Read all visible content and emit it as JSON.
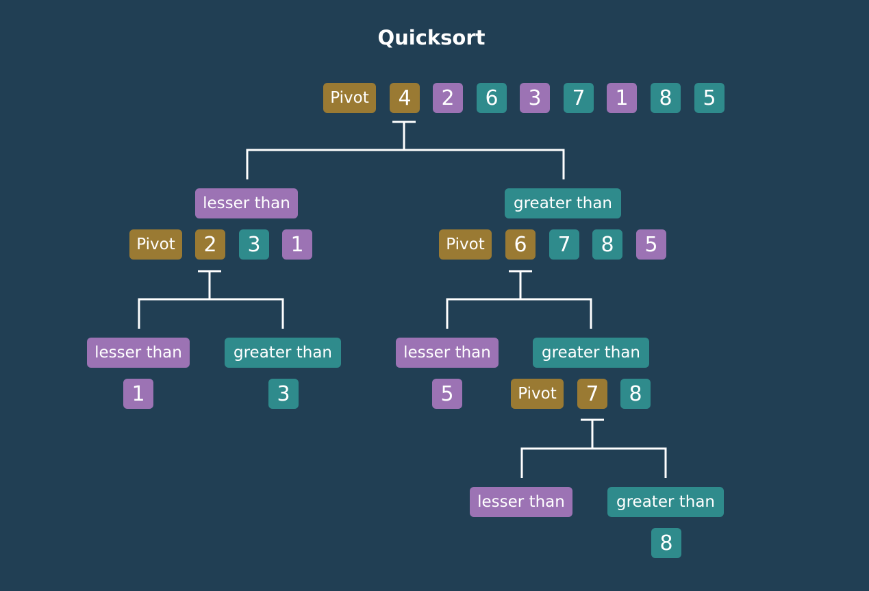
{
  "title": "Quicksort",
  "colors": {
    "background": "#213f54",
    "pivot": "#9a7a33",
    "lesser": "#9c73b4",
    "greater": "#2f8b8c",
    "connector": "#ffffff"
  },
  "labels": {
    "pivot": "Pivot",
    "lesser": "lesser than",
    "greater": "greater than"
  },
  "root": {
    "pivot_label": "Pivot",
    "array": [
      {
        "value": "4",
        "role": "pivot"
      },
      {
        "value": "2",
        "role": "lesser"
      },
      {
        "value": "6",
        "role": "greater"
      },
      {
        "value": "3",
        "role": "lesser"
      },
      {
        "value": "7",
        "role": "greater"
      },
      {
        "value": "1",
        "role": "lesser"
      },
      {
        "value": "8",
        "role": "greater"
      },
      {
        "value": "5",
        "role": "greater"
      }
    ]
  },
  "level1_left": {
    "branch_label": "lesser than",
    "pivot_label": "Pivot",
    "array": [
      {
        "value": "2",
        "role": "pivot"
      },
      {
        "value": "3",
        "role": "greater"
      },
      {
        "value": "1",
        "role": "lesser"
      }
    ]
  },
  "level1_right": {
    "branch_label": "greater than",
    "pivot_label": "Pivot",
    "array": [
      {
        "value": "6",
        "role": "pivot"
      },
      {
        "value": "7",
        "role": "greater"
      },
      {
        "value": "8",
        "role": "greater"
      },
      {
        "value": "5",
        "role": "lesser"
      }
    ]
  },
  "level2_ll": {
    "branch_label": "lesser than",
    "array": [
      {
        "value": "1",
        "role": "lesser"
      }
    ]
  },
  "level2_lr": {
    "branch_label": "greater than",
    "array": [
      {
        "value": "3",
        "role": "greater"
      }
    ]
  },
  "level2_rl": {
    "branch_label": "lesser than",
    "array": [
      {
        "value": "5",
        "role": "lesser"
      }
    ]
  },
  "level2_rr": {
    "branch_label": "greater than",
    "pivot_label": "Pivot",
    "array": [
      {
        "value": "7",
        "role": "pivot"
      },
      {
        "value": "8",
        "role": "greater"
      }
    ]
  },
  "level3_l": {
    "branch_label": "lesser than",
    "array": []
  },
  "level3_r": {
    "branch_label": "greater than",
    "array": [
      {
        "value": "8",
        "role": "greater"
      }
    ]
  }
}
